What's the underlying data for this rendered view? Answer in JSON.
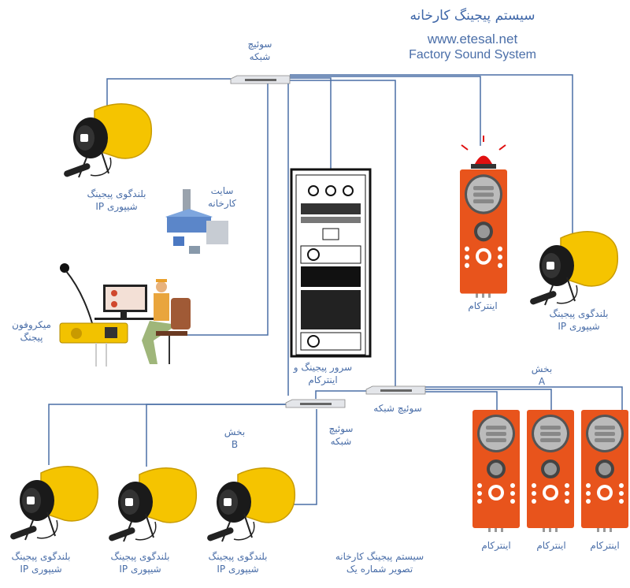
{
  "header": {
    "title_fa": "سیستم پیجینگ کارخانه",
    "website": "www.etesal.net",
    "title_en": "Factory Sound System"
  },
  "labels": {
    "switch_top": [
      "سوئیچ",
      "شبکه"
    ],
    "horn_top_left": [
      "بلندگوی پیجینگ",
      "شیپوری IP"
    ],
    "factory_site": [
      "سایت",
      "کارخانه"
    ],
    "paging_mic": [
      "میکروفون",
      "پیجنگ"
    ],
    "server": [
      "سرور پیجینگ و",
      "اینترکام"
    ],
    "intercom_top": "اینترکام",
    "horn_right": [
      "بلندگوی پیجینگ",
      "شیپوری IP"
    ],
    "zone_a": [
      "بخش",
      "A"
    ],
    "switch_middle": "سوئیچ شبکه",
    "switch_left": [
      "سوئیچ",
      "شبکه"
    ],
    "zone_b": [
      "بخش",
      "B"
    ],
    "horns_bottom": [
      [
        "بلندگوی پیجینگ",
        "شیپوری IP"
      ],
      [
        "بلندگوی پیجینگ",
        "شیپوری IP"
      ],
      [
        "بلندگوی پیجینگ",
        "شیپوری IP"
      ]
    ],
    "intercoms_bottom": [
      "اینترکام",
      "اینترکام",
      "اینترکام"
    ],
    "caption": [
      "سیستم پیجینگ کارخانه",
      "تصویر شماره یک"
    ]
  },
  "colors": {
    "line": "#4a6fa5",
    "text": "#4a6ea8",
    "horn_yellow": "#f5c400",
    "intercom_orange": "#e8541c",
    "beacon_red": "#e01010"
  }
}
